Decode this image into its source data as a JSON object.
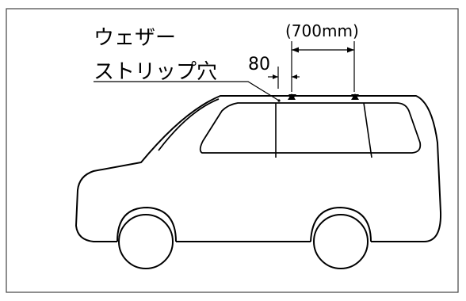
{
  "label": {
    "line1": "ウェザー",
    "line2": "ストリップ穴"
  },
  "dimensions": {
    "offset": "80",
    "spacing": "(700mm)"
  }
}
